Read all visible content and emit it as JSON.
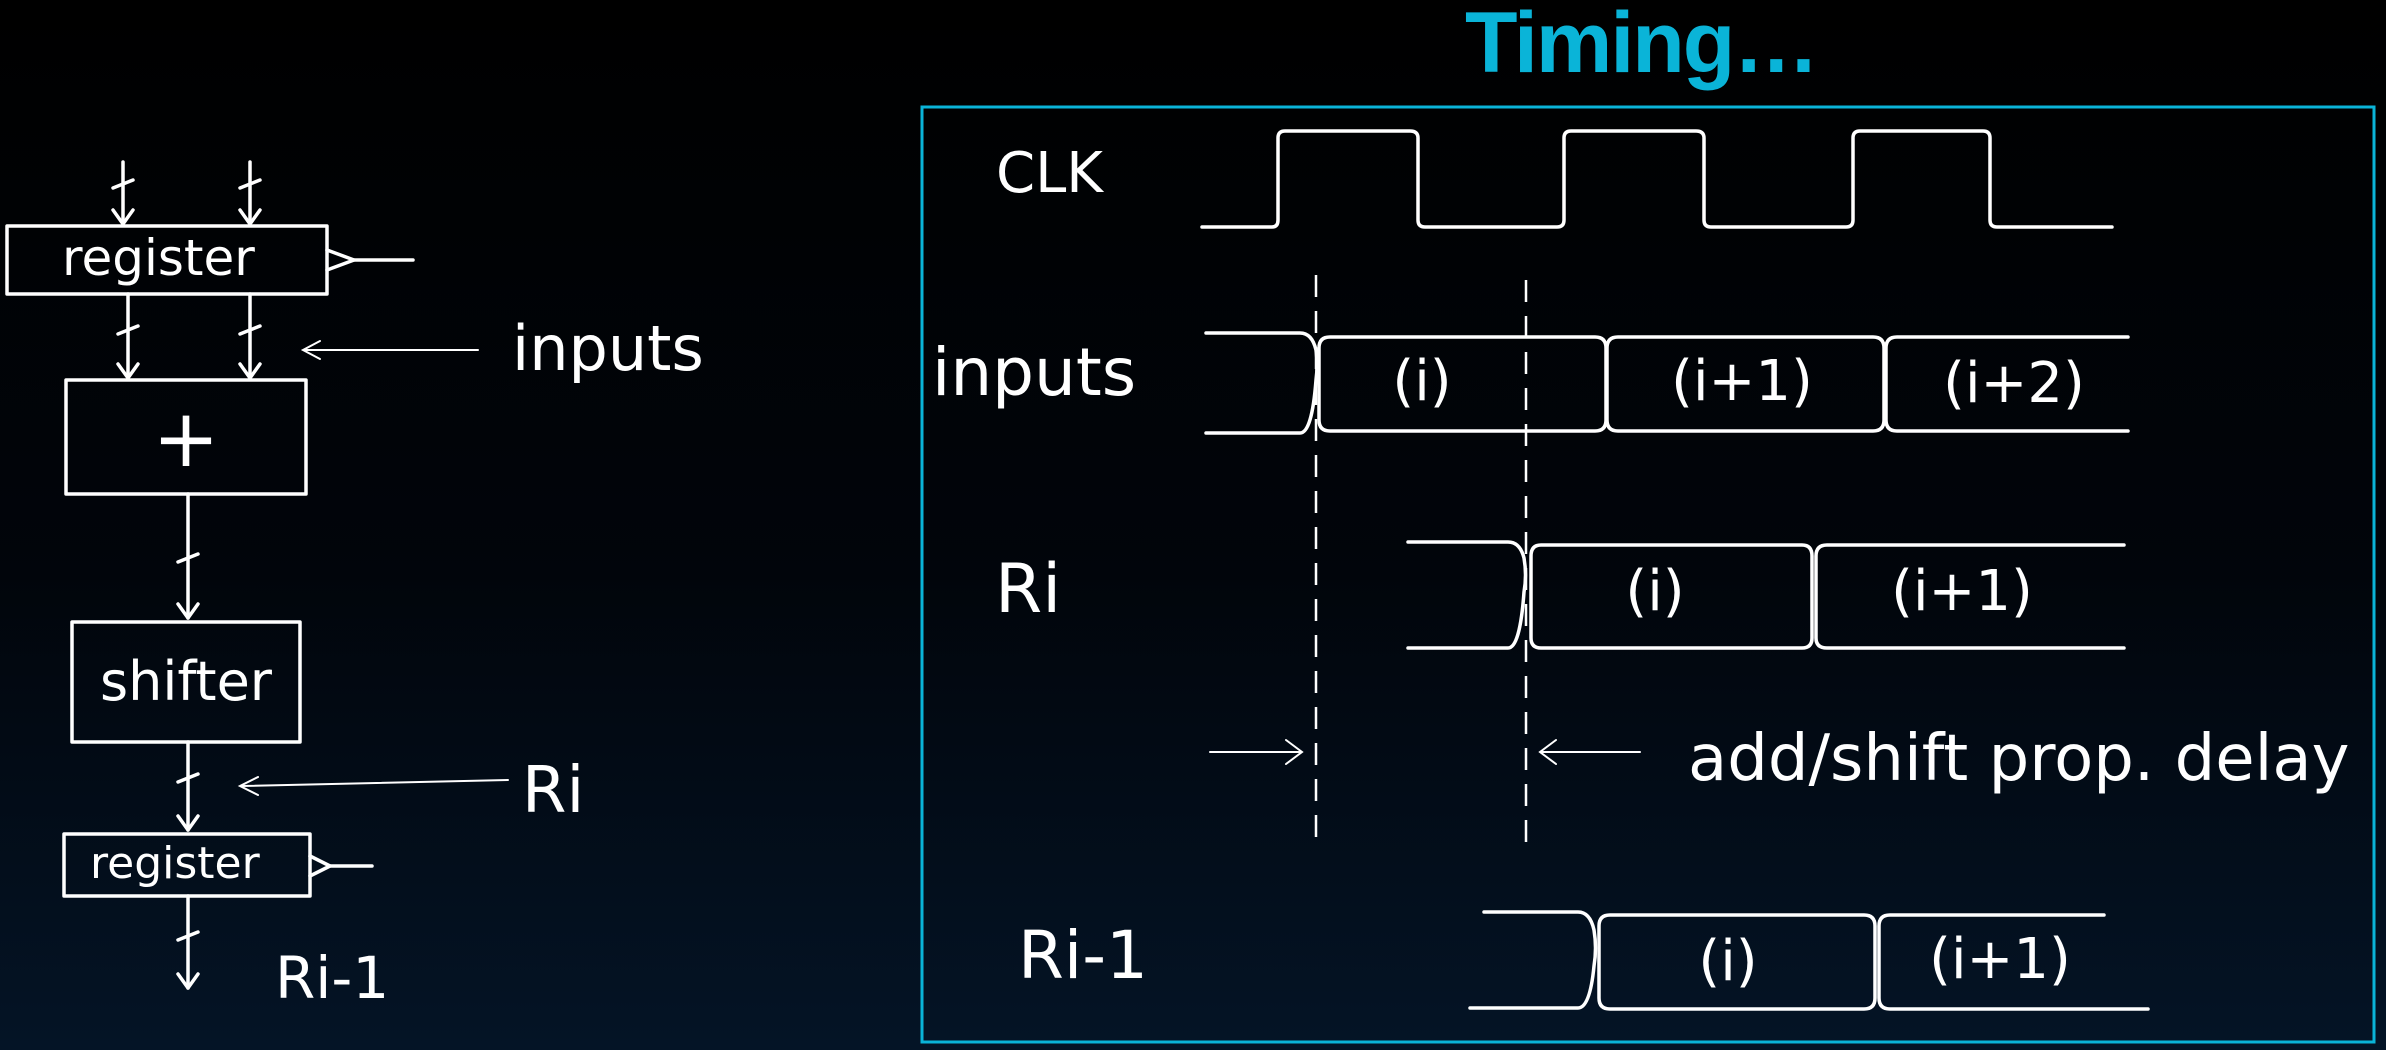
{
  "slide": {
    "title": "Timing…",
    "accent_color": "#0ab4d8"
  },
  "block_diagram": {
    "top_register_label": "register",
    "adder_label": "+",
    "shifter_label": "shifter",
    "bottom_register_label": "register",
    "inputs_annotation": "inputs",
    "ri_annotation": "Ri",
    "output_label": "Ri-1"
  },
  "timing_diagram": {
    "signals": [
      {
        "name": "CLK",
        "segments": []
      },
      {
        "name": "inputs",
        "segments": [
          "(i)",
          "(i+1)",
          "(i+2)"
        ]
      },
      {
        "name": "Ri",
        "segments": [
          "(i)",
          "(i+1)"
        ]
      },
      {
        "name": "Ri-1",
        "segments": [
          "(i)",
          "(i+1)"
        ]
      }
    ],
    "delay_annotation": "add/shift prop. delay"
  }
}
